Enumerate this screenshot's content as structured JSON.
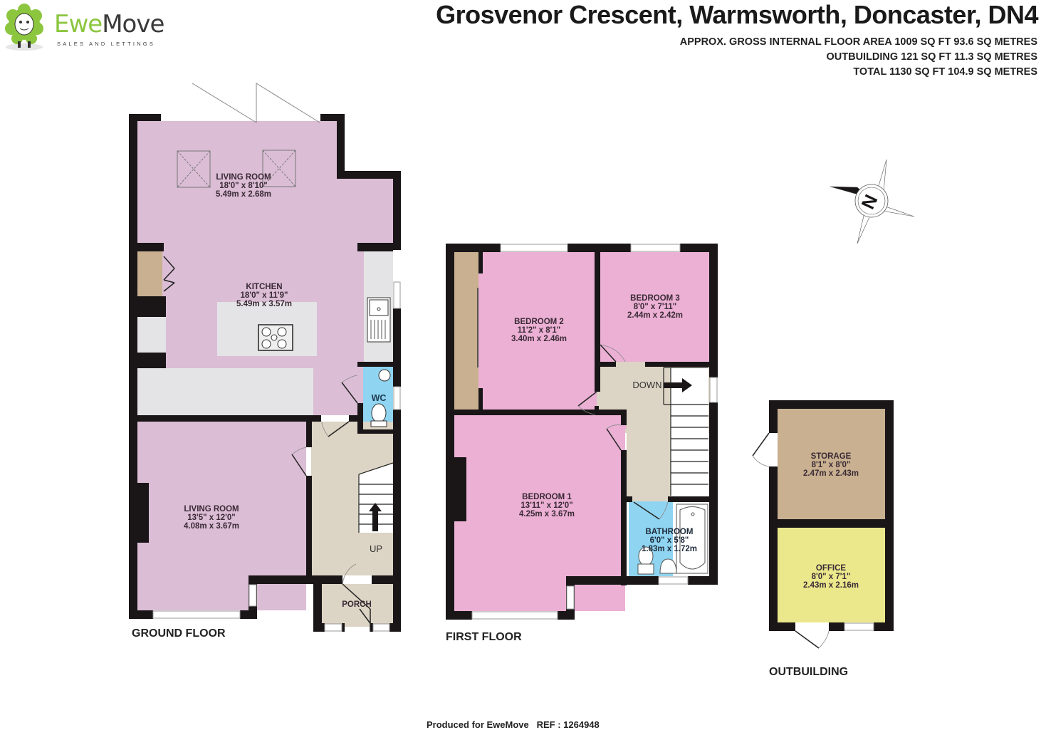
{
  "brand": {
    "name_part1": "Ewe",
    "name_part2": "Move",
    "tagline": "SALES AND LETTINGS",
    "primary_color": "#8cc63f"
  },
  "header": {
    "address": "Grosvenor Crescent, Warmsworth, Doncaster, DN4",
    "area_lines": [
      "APPROX. GROSS INTERNAL FLOOR AREA 1009 SQ FT 93.6 SQ METRES",
      "OUTBUILDING 121 SQ FT 11.3 SQ METRES",
      "TOTAL 1130 SQ FT 104.9 SQ METRES"
    ]
  },
  "compass": {
    "label": "N",
    "icon": "compass-north-icon"
  },
  "floors": {
    "ground": {
      "label": "GROUND FLOOR",
      "rooms": {
        "living_room_rear": {
          "name": "LIVING ROOM",
          "imperial": "18'0\"  x 8'10\"",
          "metric": "5.49m  x 2.68m"
        },
        "kitchen": {
          "name": "KITCHEN",
          "imperial": "18'0\"  x 11'9\"",
          "metric": "5.49m  x 3.57m"
        },
        "wc": {
          "name": "WC"
        },
        "living_room_front": {
          "name": "LIVING ROOM",
          "imperial": "13'5\"  x 12'0\"",
          "metric": "4.08m  x 3.67m"
        },
        "porch": {
          "name": "PORCH"
        },
        "stairs_label": "UP"
      }
    },
    "first": {
      "label": "FIRST FLOOR",
      "rooms": {
        "bedroom2": {
          "name": "BEDROOM 2",
          "imperial": "11'2\"  x 8'1\"",
          "metric": "3.40m  x 2.46m"
        },
        "bedroom3": {
          "name": "BEDROOM 3",
          "imperial": "8'0\"  x 7'11\"",
          "metric": "2.44m  x 2.42m"
        },
        "bedroom1": {
          "name": "BEDROOM 1",
          "imperial": "13'11\"  x 12'0\"",
          "metric": "4.25m  x 3.67m"
        },
        "bathroom": {
          "name": "BATHROOM",
          "imperial": "6'0\"  x 5'8\"",
          "metric": "1.83m  x 1.72m"
        },
        "stairs_label": "DOWN"
      }
    },
    "outbuilding": {
      "label": "OUTBUILDING",
      "rooms": {
        "storage": {
          "name": "STORAGE",
          "imperial": "8'1\"  x 8'0\"",
          "metric": "2.47m  x 2.43m"
        },
        "office": {
          "name": "OFFICE",
          "imperial": "8'0\"  x 7'1\"",
          "metric": "2.43m  x 2.16m"
        }
      }
    }
  },
  "colors": {
    "living": "#dbbdd5",
    "bedroom": "#ebb0d4",
    "hall": "#dcd4c4",
    "wet": "#8fd4f0",
    "storage": "#c8b090",
    "office": "#ebe88c",
    "counter": "#e4e4e6",
    "wall": "#1a1618"
  },
  "footer": {
    "produced_for": "Produced for EweMove",
    "ref": "REF : 1264948"
  }
}
